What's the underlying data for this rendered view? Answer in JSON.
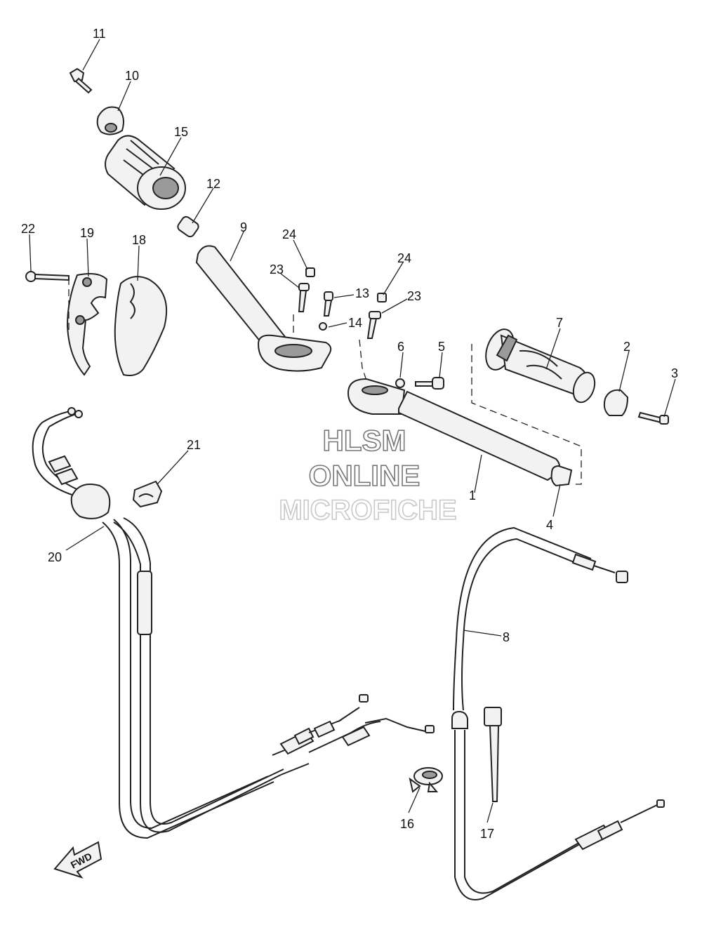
{
  "watermark": {
    "line1": "HLSM",
    "line2": "ONLINE",
    "line3": "MICROFICHE"
  },
  "direction_label": "FWD",
  "callouts": [
    "1",
    "2",
    "3",
    "4",
    "5",
    "6",
    "7",
    "8",
    "9",
    "10",
    "11",
    "12",
    "13",
    "14",
    "15",
    "16",
    "17",
    "18",
    "19",
    "20",
    "21",
    "22",
    "23",
    "24"
  ],
  "icons": {
    "direction": "fwd-arrow-icon"
  },
  "colors": {
    "line": "#222222",
    "background": "#ffffff",
    "watermark_outline": "#777777"
  }
}
